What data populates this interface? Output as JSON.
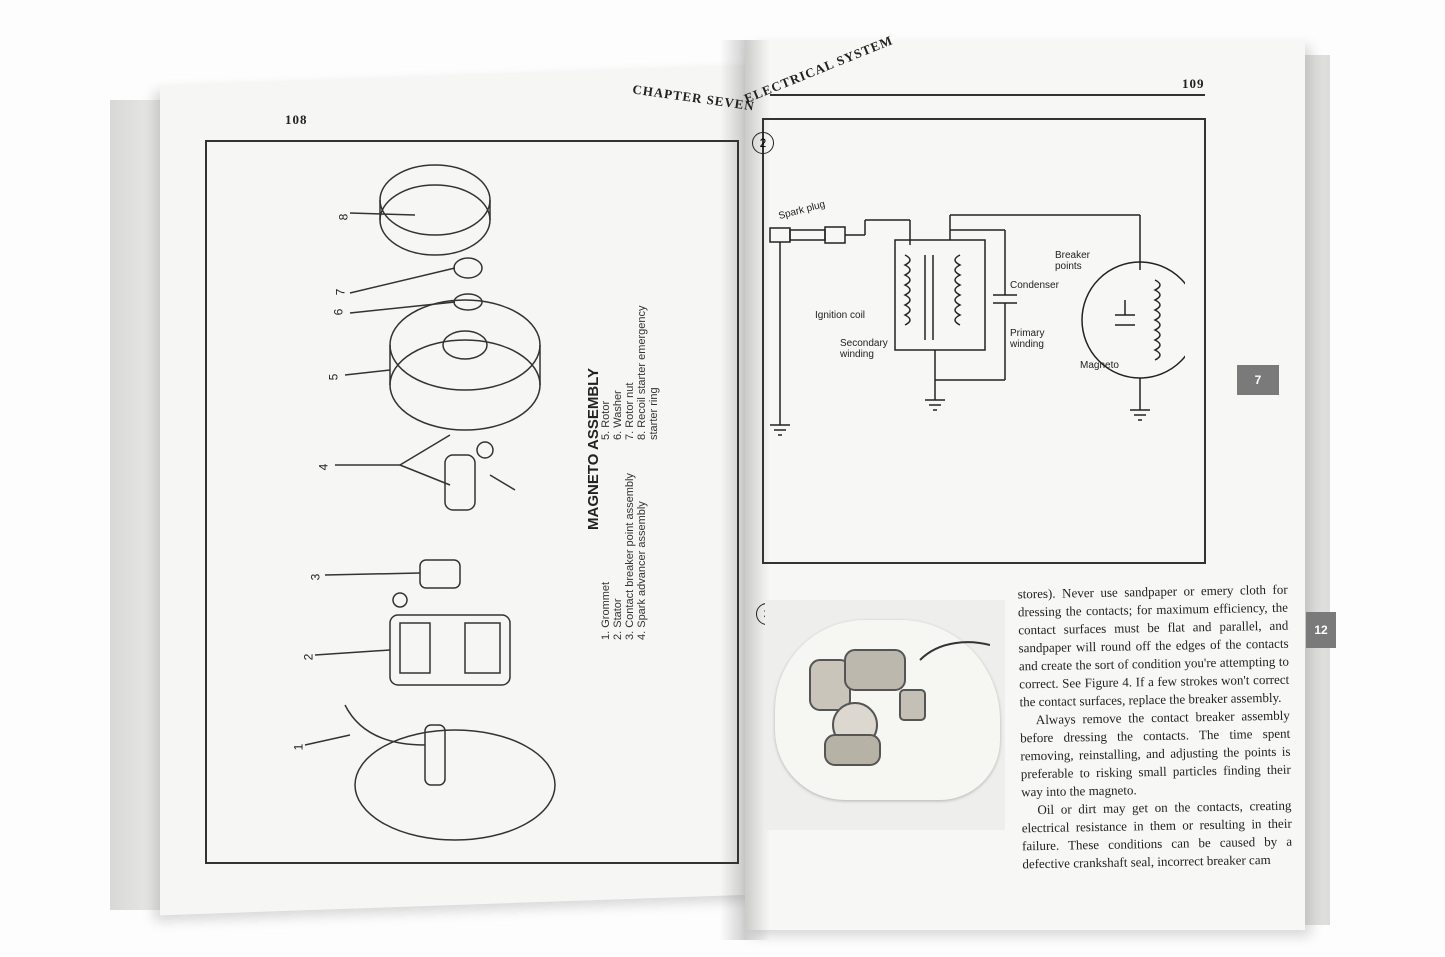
{
  "left_page": {
    "page_number": "108",
    "header": "CHAPTER SEVEN",
    "figure": {
      "title": "MAGNETO ASSEMBLY",
      "legend_left": [
        "1. Grommet",
        "2. Stator",
        "3. Contact breaker point assembly",
        "4. Spark advancer assembly"
      ],
      "legend_right": [
        "5. Rotor",
        "6. Washer",
        "7. Rotor nut",
        "8. Recoil starter emergency",
        "starter ring"
      ],
      "callouts": [
        "1",
        "2",
        "3",
        "4",
        "5",
        "6",
        "7",
        "8"
      ]
    }
  },
  "right_page": {
    "page_number": "109",
    "header": "ELECTRICAL SYSTEM",
    "figure_2": {
      "number": "2",
      "labels": {
        "spark_plug": "Spark plug",
        "ignition_coil": "Ignition coil",
        "secondary_winding": "Secondary winding",
        "condenser": "Condenser",
        "primary_winding": "Primary winding",
        "breaker_points": "Breaker points",
        "magneto": "Magneto"
      }
    },
    "figure_3": {
      "number": "3"
    },
    "body_paragraphs": [
      "stores). Never use sandpaper or emery cloth for dressing the contacts; for maximum efficiency, the contact surfaces must be flat and parallel, and sandpaper will round off the edges of the contacts and create the sort of condition you're attempting to correct. See Figure 4. If a few strokes won't correct the contact surfaces, replace the breaker assembly.",
      "Always remove the contact breaker assembly before dressing the contacts. The time spent removing, reinstalling, and adjusting the points is preferable to risking small particles finding their way into the magneto.",
      "Oil or dirt may get on the contacts, creating electrical resistance in them or resulting in their failure. These conditions can be caused by a defective crankshaft seal, incorrect breaker cam"
    ],
    "thumb_tabs": [
      "7",
      "12"
    ]
  },
  "colors": {
    "page": "#f7f7f5",
    "ink": "#222222",
    "tab": "#7a7a7a"
  }
}
